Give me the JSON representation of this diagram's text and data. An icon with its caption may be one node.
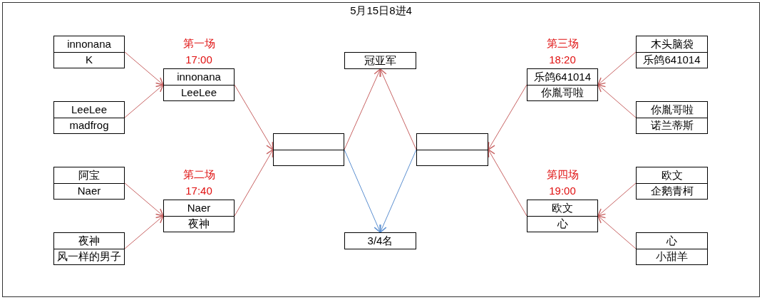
{
  "diagram": {
    "title": "5月15日8进4",
    "nodes": [
      {
        "text": [
          "innonana",
          "K"
        ]
      },
      {
        "text": [
          "LeeLee",
          "madfrog"
        ]
      },
      {
        "text": [
          "阿宝",
          "Naer"
        ]
      },
      {
        "text": [
          "夜神",
          "风一样的男子"
        ]
      },
      {
        "text": [
          "innonana",
          "LeeLee"
        ],
        "beside": [
          "第一场",
          "17:00"
        ]
      },
      {
        "text": [
          "Naer",
          "夜神"
        ],
        "beside": [
          "第二场",
          "17:40"
        ]
      },
      {
        "text": [],
        "shape": "box"
      },
      {
        "text": [
          "冠亚军"
        ]
      },
      {
        "text": [
          "3/4名"
        ]
      },
      {
        "text": [],
        "shape": "box"
      },
      {
        "text": [
          "乐鸽641014",
          "你胤哥啦"
        ],
        "beside": [
          "第三场",
          "18:20"
        ]
      },
      {
        "text": [
          "欧文",
          "心"
        ],
        "beside": [
          "第四场",
          "19:00"
        ]
      },
      {
        "text": [
          "木头脑袋",
          "乐鸽641014"
        ]
      },
      {
        "text": [
          "你胤哥啦",
          "诺兰蒂斯"
        ]
      },
      {
        "text": [
          "欧文",
          "企鹅青柯"
        ]
      },
      {
        "text": [
          "心",
          "小甜羊"
        ]
      }
    ],
    "edges": [
      {
        "from": 0,
        "to": 4,
        "arrow": "to"
      },
      {
        "from": 1,
        "to": 4,
        "arrow": "to"
      },
      {
        "from": 2,
        "to": 5,
        "arrow": "to"
      },
      {
        "from": 3,
        "to": 5,
        "arrow": "to"
      },
      {
        "from": 4,
        "to": 6,
        "arrow": "to"
      },
      {
        "from": 5,
        "to": 6,
        "arrow": "to"
      },
      {
        "from": 6,
        "to": 7,
        "arrow": "to"
      },
      {
        "from": 9,
        "to": 7,
        "arrow": "to"
      },
      {
        "from": 6,
        "to": 8,
        "arrow": "to",
        "color": "#5b8fd0"
      },
      {
        "from": 9,
        "to": 8,
        "arrow": "to",
        "color": "#5b8fd0"
      },
      {
        "from": 12,
        "to": 10,
        "arrow": "to"
      },
      {
        "from": 13,
        "to": 10,
        "arrow": "to"
      },
      {
        "from": 14,
        "to": 11,
        "arrow": "to"
      },
      {
        "from": 15,
        "to": 11,
        "arrow": "to"
      },
      {
        "from": 10,
        "to": 9,
        "arrow": "to"
      },
      {
        "from": 11,
        "to": 9,
        "arrow": "to"
      }
    ]
  }
}
